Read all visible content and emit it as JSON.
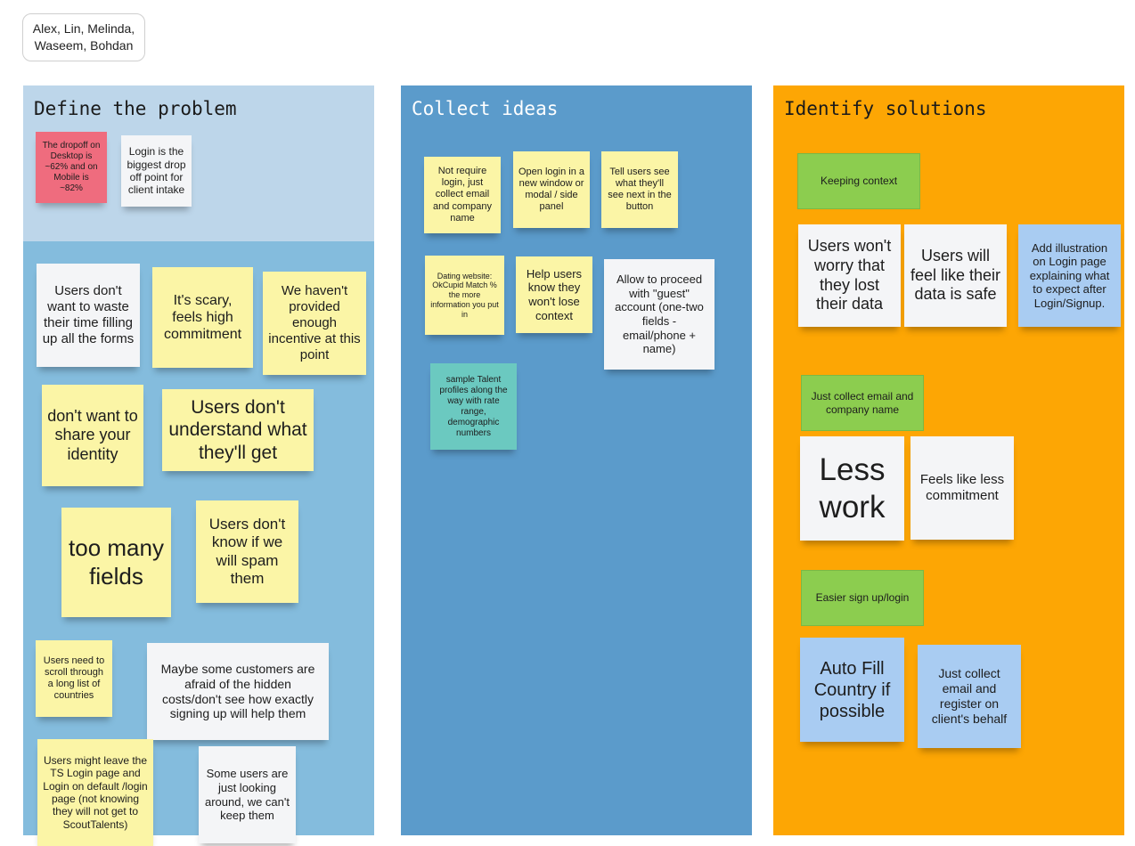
{
  "header": {
    "participants": "Alex, Lin, Melinda, Waseem, Bohdan"
  },
  "colors": {
    "define_top": "#bdd6ea",
    "define_bottom": "#84bcdd",
    "collect": "#5b9bcb",
    "identify": "#fda604",
    "sticky_yellow": "#fbf5a6",
    "sticky_white": "#f4f5f7",
    "sticky_pink": "#ef6c7e",
    "sticky_green": "#8ccd4f",
    "sticky_blue": "#a9ccf2",
    "sticky_teal": "#6bc9c0"
  },
  "define": {
    "title": "Define the problem",
    "notes": [
      "The dropoff on Desktop is ~62% and on Mobile is ~82%",
      "Login is the biggest drop off point for client intake",
      "Users don't want to waste their time filling up all the forms",
      "It's scary, feels high commitment",
      "We haven't provided enough incentive at this point",
      "don't want to share your identity",
      "Users don't understand what they'll get",
      "too many fields",
      "Users don't know if we will spam them",
      "Users need to scroll through a long list of countries",
      "Maybe some customers are afraid of the hidden costs/don't see how exactly signing up will help them",
      "Users might  leave the TS Login page and Login on default /login page (not knowing they will not get to ScoutTalents)",
      "Some users are just looking around, we can't keep them"
    ]
  },
  "collect": {
    "title": "Collect ideas",
    "notes": [
      "Not require login, just collect email and company name",
      "Open  login in a new window or modal  /  side panel",
      "Tell users see what they'll see next in the button",
      "Dating website: OkCupid Match % the more information you put in",
      "Help users know they won't lose context",
      "Allow to proceed with \"guest\" account (one-two fields - email/phone + name)",
      "sample Talent profiles along the way with rate range, demographic numbers"
    ]
  },
  "identify": {
    "title": "Identify solutions",
    "notes": [
      "Keeping context",
      "Users won't worry that they lost their data",
      "Users will feel like their data is safe",
      "Add illustration on Login page explaining what to expect after Login/Signup.",
      "Just collect email and company name",
      "Less work",
      "Feels like less commitment",
      "Easier sign up/login",
      "Auto Fill Country if possible",
      "Just collect email and register on client's behalf"
    ]
  }
}
